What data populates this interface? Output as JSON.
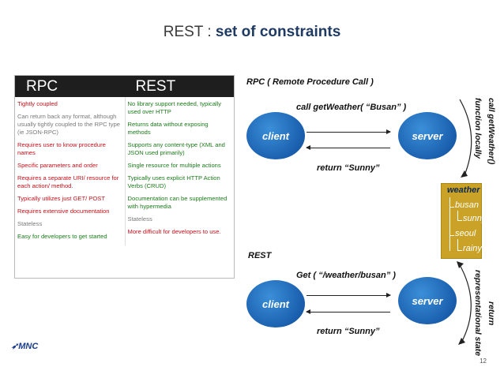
{
  "title": {
    "plain": "REST : ",
    "bold": "set of constraints"
  },
  "table": {
    "headers": [
      "RPC",
      "REST"
    ],
    "rpc": [
      {
        "text": "Tightly coupled",
        "color": "#c0121b"
      },
      {
        "text": "Can return back any format, although usually tightly coupled to the RPC type (ie JSON-RPC)",
        "color": "#7a7a7a"
      },
      {
        "text": "Requires user to know procedure names",
        "color": "#c0121b"
      },
      {
        "text": "Specific parameters and order",
        "color": "#c0121b"
      },
      {
        "text": "Requires a separate URI/ resource for each action/ method.",
        "color": "#c0121b"
      },
      {
        "text": "Typically utilizes just GET/ POST",
        "color": "#c0121b"
      },
      {
        "text": "Requires extensive documentation",
        "color": "#c0121b"
      },
      {
        "text": "Stateless",
        "color": "#7a7a7a"
      },
      {
        "text": "Easy for developers to get started",
        "color": "#1c7a1c"
      }
    ],
    "rest": [
      {
        "text": "No library support needed, typically used over HTTP",
        "color": "#1c7a1c"
      },
      {
        "text": "Returns data without exposing methods",
        "color": "#1c7a1c"
      },
      {
        "text": "Supports any content-type (XML and JSON used primarily)",
        "color": "#1c7a1c"
      },
      {
        "text": "Single resource for multiple actions",
        "color": "#1c7a1c"
      },
      {
        "text": "Typically uses explicit HTTP Action Verbs (CRUD)",
        "color": "#1c7a1c"
      },
      {
        "text": "Documentation can be supplemented with hypermedia",
        "color": "#1c7a1c"
      },
      {
        "text": "Stateless",
        "color": "#7a7a7a"
      },
      {
        "text": "More difficult for developers to use.",
        "color": "#c0121b"
      }
    ]
  },
  "rpc_section": {
    "label": "RPC ( Remote Procedure Call )",
    "client": "client",
    "server": "server",
    "request": "call getWeather( “Busan” )",
    "response": "return “Sunny”",
    "side_line1": "call getWeather()",
    "side_line2": "function locally"
  },
  "resource": {
    "root": "weather",
    "items": [
      "busan",
      "sunny",
      "seoul",
      "rainy"
    ]
  },
  "rest_section": {
    "label": "REST",
    "client": "client",
    "server": "server",
    "request": "Get ( “/weather/busan” )",
    "response": "return “Sunny”",
    "side_line1": "return",
    "side_line2": "representational state"
  },
  "footer": {
    "logo": "MNC",
    "page": "12"
  },
  "colors": {
    "node": "#1a5fae",
    "resource_box": "#c9a227",
    "table_header": "#1e1e1e"
  }
}
